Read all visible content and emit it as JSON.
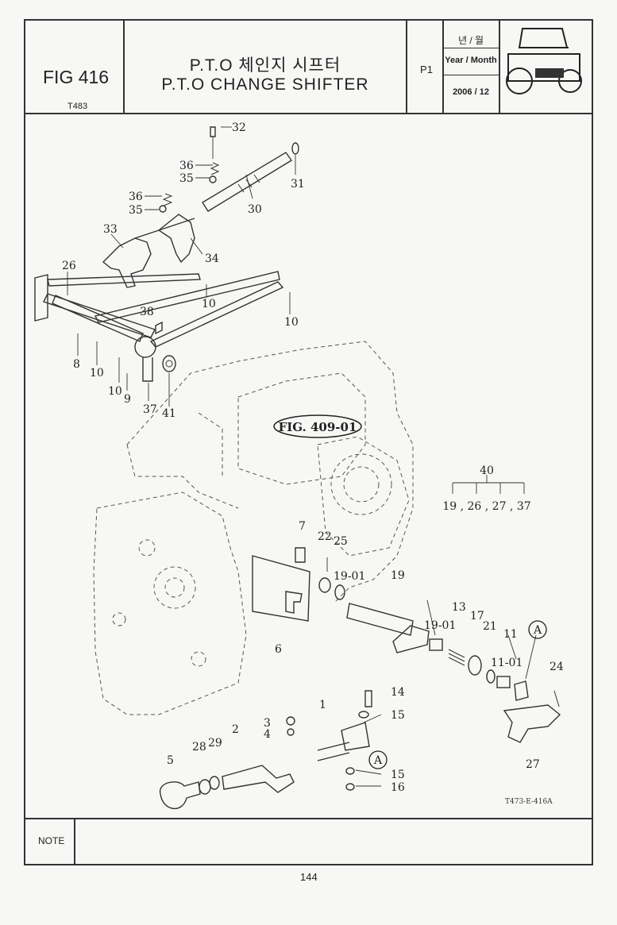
{
  "header": {
    "fig_number": "FIG 416",
    "model_code": "T483",
    "title_korean": "P.T.O 체인지 시프터",
    "title_english": "P.T.O CHANGE SHIFTER",
    "page_code": "P1",
    "year_month_korean": "년 / 월",
    "year_month_label": "Year / Month",
    "year_month_value": "2006 / 12",
    "tractor_icon": "tractor-icon"
  },
  "diagram": {
    "reference_figure": "FIG. 409-01",
    "drawing_code": "T473-E-416A",
    "callout_marker": "A",
    "group_label": {
      "number": "40",
      "members": "19 , 26 , 27 , 37"
    },
    "part_labels": {
      "p32": "32",
      "p36a": "36",
      "p35a": "35",
      "p31": "31",
      "p36b": "36",
      "p35b": "35",
      "p30": "30",
      "p33": "33",
      "p34": "34",
      "p26": "26",
      "p10a": "10",
      "p10b": "10",
      "p38": "38",
      "p8": "8",
      "p10c": "10",
      "p10d": "10",
      "p9": "9",
      "p37": "37",
      "p41": "41",
      "p7": "7",
      "p22": "22",
      "p25": "25",
      "p19a": "19-01",
      "p19": "19",
      "p13": "13",
      "p19b": "19-01",
      "p17": "17",
      "p21": "21",
      "p11": "11",
      "p11a": "11-01",
      "p24": "24",
      "p6": "6",
      "p14": "14",
      "p15a": "15",
      "p1": "1",
      "p3": "3",
      "p4": "4",
      "p2": "2",
      "p28": "28",
      "p29": "29",
      "p5": "5",
      "p15b": "15",
      "p16": "16",
      "p27": "27"
    }
  },
  "footer": {
    "note_label": "NOTE",
    "page_number": "144"
  }
}
